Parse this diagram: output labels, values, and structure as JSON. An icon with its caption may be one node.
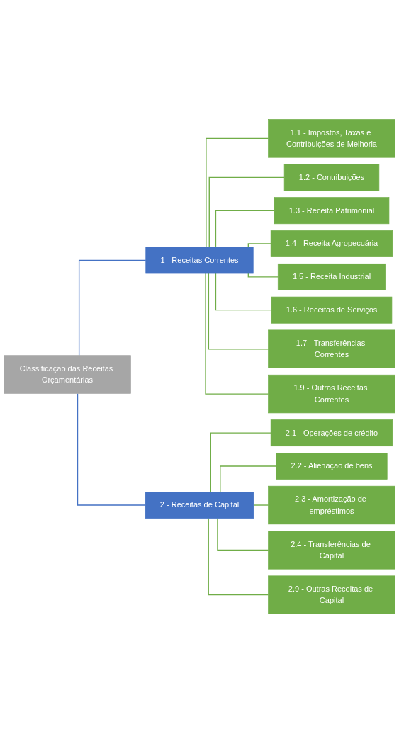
{
  "diagram": {
    "nodes": [
      {
        "text": [
          "Classificação das Receitas Orçamentárias"
        ]
      },
      {
        "text": [
          "1 - Receitas Correntes"
        ]
      },
      {
        "text": [
          "1.1 - Impostos, Taxas e Contribuições de Melhoria"
        ]
      },
      {
        "text": [
          "1.2 - Contribuições"
        ]
      },
      {
        "text": [
          "1.3 - Receita Patrimonial"
        ]
      },
      {
        "text": [
          "1.4 - Receita Agropecuária"
        ]
      },
      {
        "text": [
          "1.5 - Receita Industrial"
        ]
      },
      {
        "text": [
          "1.6 - Receitas de Serviços"
        ]
      },
      {
        "text": [
          "1.7 - Transferências Correntes"
        ]
      },
      {
        "text": [
          "1.9 - Outras Receitas Correntes"
        ]
      },
      {
        "text": [
          "2 - Receitas de Capital"
        ]
      },
      {
        "text": [
          "2.1 - Operações de crédito"
        ]
      },
      {
        "text": [
          "2.2 - Alienação de bens"
        ]
      },
      {
        "text": [
          "2.3 - Amortização de empréstimos"
        ]
      },
      {
        "text": [
          "2.4 - Transferências de Capital"
        ]
      },
      {
        "text": [
          "2.9 - Outras Receitas de Capital"
        ]
      }
    ],
    "edges": [
      {
        "from": 0,
        "to": 1,
        "arrow": "none",
        "color": "#4472c4"
      },
      {
        "from": 0,
        "to": 10,
        "arrow": "none",
        "color": "#4472c4"
      },
      {
        "from": 1,
        "to": 2,
        "arrow": "none"
      },
      {
        "from": 1,
        "to": 3,
        "arrow": "none"
      },
      {
        "from": 1,
        "to": 4,
        "arrow": "none"
      },
      {
        "from": 1,
        "to": 5,
        "arrow": "none"
      },
      {
        "from": 1,
        "to": 6,
        "arrow": "none"
      },
      {
        "from": 1,
        "to": 7,
        "arrow": "none"
      },
      {
        "from": 1,
        "to": 8,
        "arrow": "none"
      },
      {
        "from": 1,
        "to": 9,
        "arrow": "none"
      },
      {
        "from": 10,
        "to": 11,
        "arrow": "none"
      },
      {
        "from": 10,
        "to": 12,
        "arrow": "none"
      },
      {
        "from": 10,
        "to": 13,
        "arrow": "none"
      },
      {
        "from": 10,
        "to": 14,
        "arrow": "none"
      },
      {
        "from": 10,
        "to": 15,
        "arrow": "none"
      }
    ]
  }
}
